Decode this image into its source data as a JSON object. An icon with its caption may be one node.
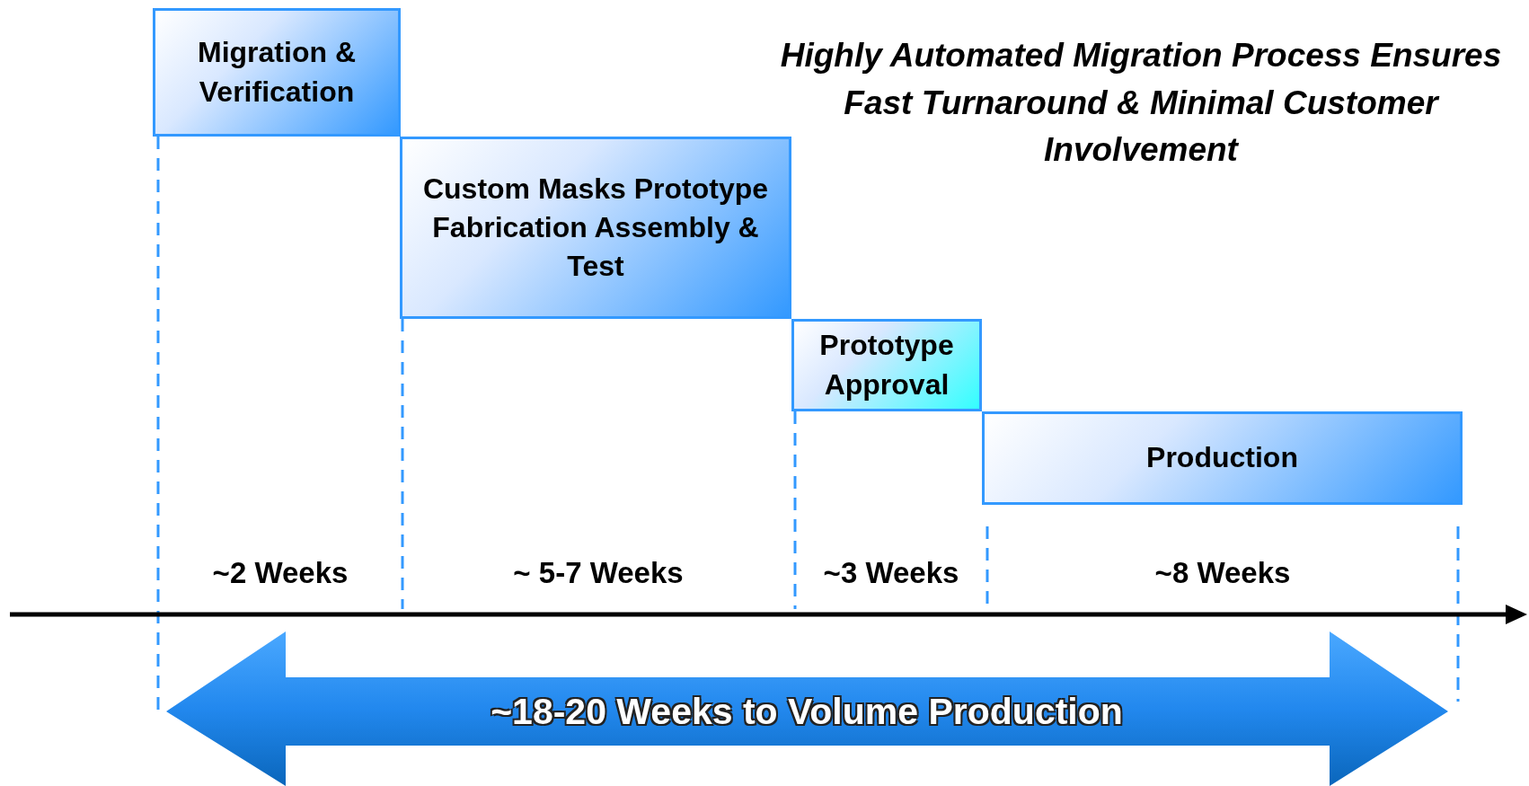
{
  "diagram": {
    "title": "Highly Automated Migration Process Ensures Fast Turnaround & Minimal Customer Involvement",
    "nodes": [
      {
        "text": [
          "Migration & Verification"
        ]
      },
      {
        "text": [
          "Custom Masks Prototype Fabrication Assembly & Test"
        ]
      },
      {
        "text": [
          "Prototype Approval"
        ]
      },
      {
        "text": [
          "Production"
        ]
      }
    ],
    "labels": [
      "~2 Weeks",
      "~ 5-7 Weeks",
      "~3 Weeks",
      "~8 Weeks",
      "~18-20 Weeks to Volume Production"
    ]
  }
}
